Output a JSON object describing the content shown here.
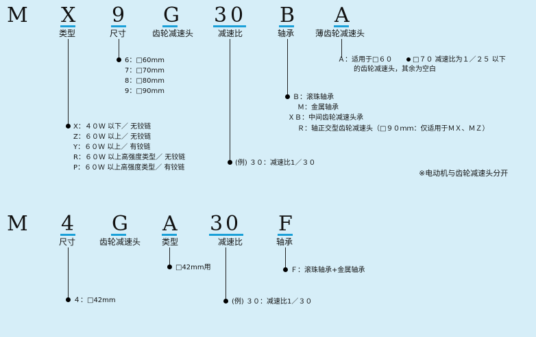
{
  "top": {
    "letters": [
      "M",
      "X",
      "9",
      "G",
      "3",
      "0",
      "B",
      "A"
    ],
    "labels": {
      "type": "类型",
      "size": "尺寸",
      "gear_head": "齿轮减速头",
      "ratio": "减速比",
      "bearing": "轴承",
      "thin_gear_head": "薄齿轮减速头"
    },
    "size_options": [
      "6：□60mm",
      "7：□70mm",
      "8：□80mm",
      "9：□90mm"
    ],
    "type_options": [
      "X：４０Ｗ 以下／ 无铰链",
      "Z：６０Ｗ 以上／ 无铰链",
      "Y：６０Ｗ 以上／ 有铰链",
      "R：６０Ｗ 以上高强度类型／ 无铰链",
      "P：６０Ｗ 以上高强度类型／ 有铰链"
    ],
    "ratio_example": "(例) ３０：减速比1／３０",
    "bearing_options": [
      "Ｂ：滚珠轴承",
      "Ｍ：金属轴承",
      "ＸＢ：中间齿轮减速头承",
      "Ｒ：轴正交型齿轮减速头（□９０ｍｍ：仅适用于ＭＸ、ＭＺ）"
    ],
    "thin_line1_a": "Ａ：适用于□６０",
    "thin_line1_b": "□７０ 减速比为１／２５ 以下",
    "thin_line2": "的齿轮减速头，其余为空白",
    "note": "※电动机与齿轮减速头分开"
  },
  "bottom": {
    "letters": [
      "M",
      "4",
      "G",
      "A",
      "3",
      "0",
      "F"
    ],
    "labels": {
      "size": "尺寸",
      "gear_head": "齿轮减速头",
      "type": "类型",
      "ratio": "减速比",
      "bearing": "轴承"
    },
    "type_option": "□42mm用",
    "bearing_option": "Ｆ：滚珠轴承+金属轴承",
    "size_option": "４：□42mm",
    "ratio_example": "(例) ３０：减速比1／３０"
  },
  "colors": {
    "background": "#d6eef8",
    "underline": "#1aa0d8"
  }
}
